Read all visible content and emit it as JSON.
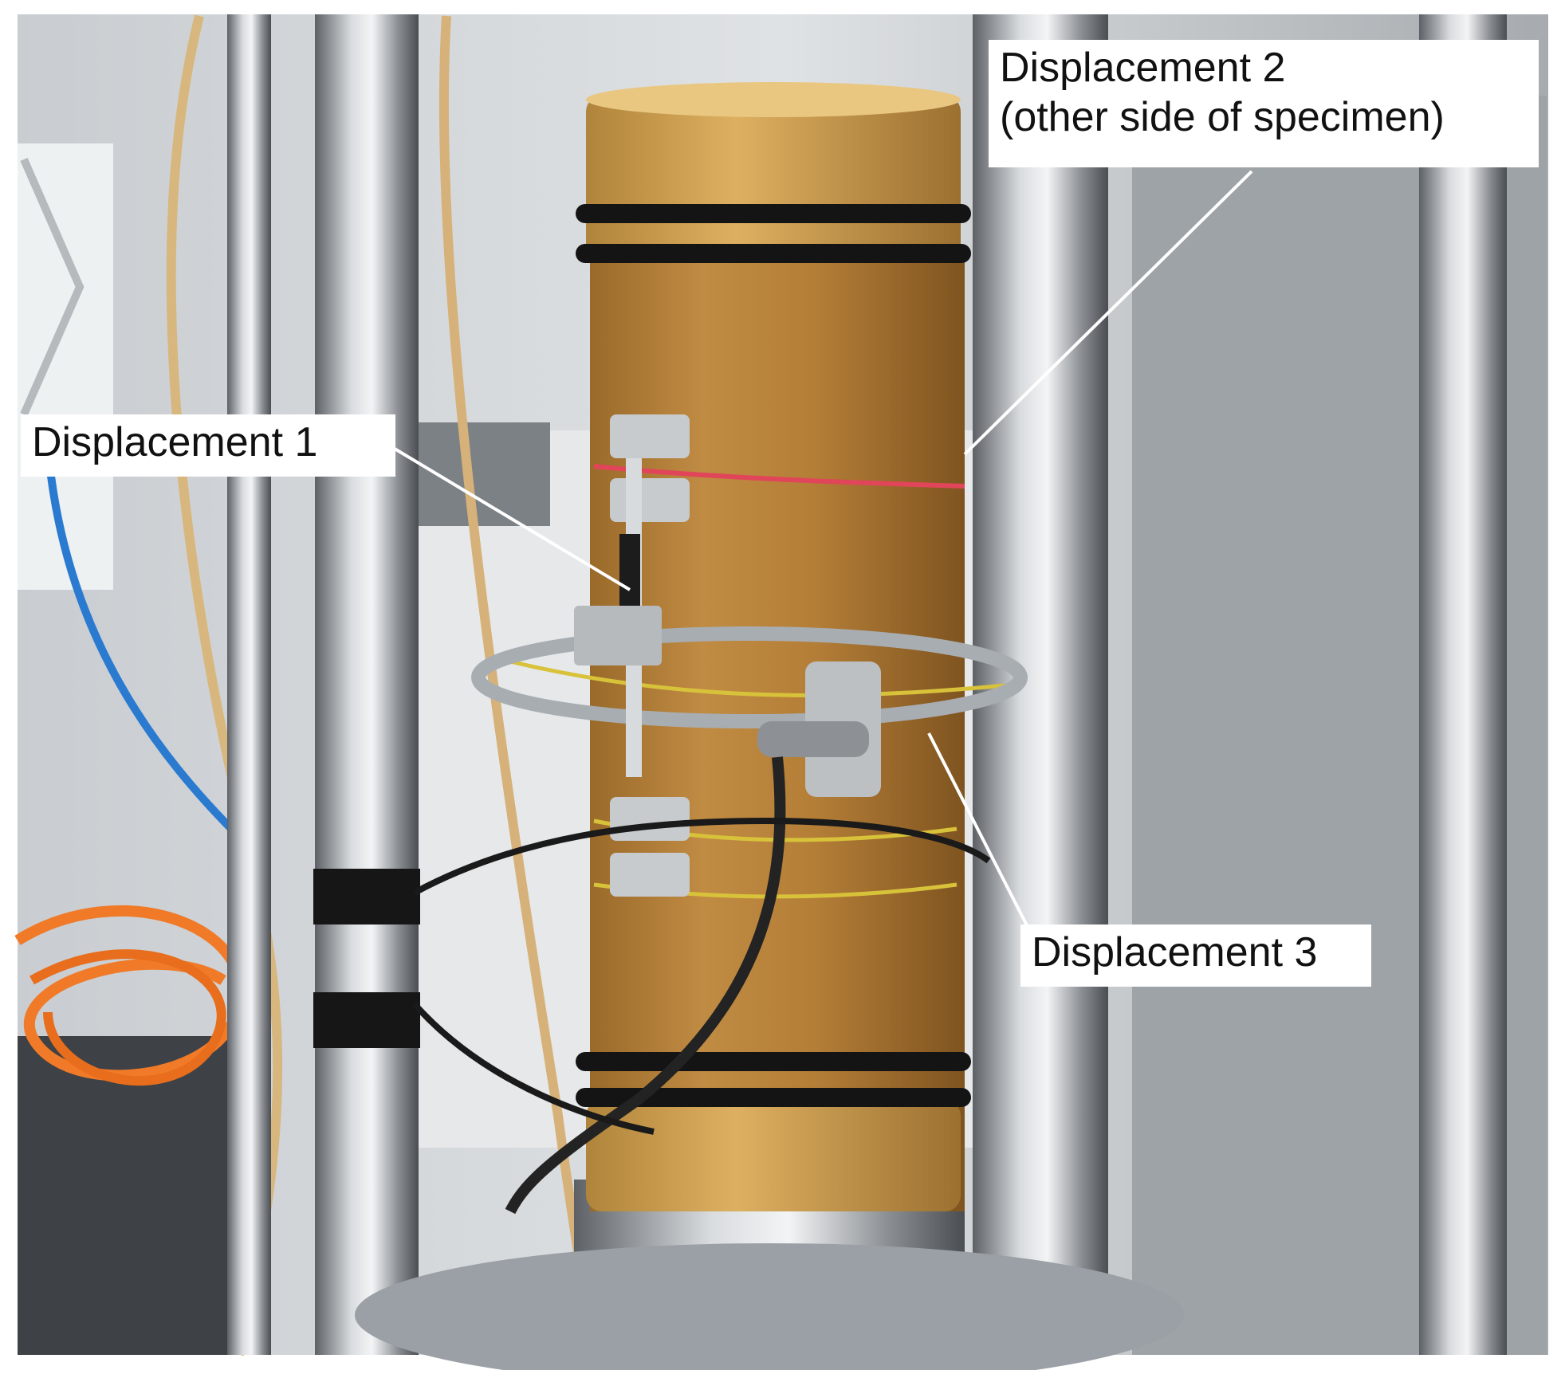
{
  "annotations": {
    "displacement_1": "Displacement 1",
    "displacement_2": "Displacement 2\n(other side of specimen)",
    "displacement_3": "Displacement 3"
  },
  "colors": {
    "specimen": "#b9873c",
    "rubber_ring": "#141414",
    "steel": "#b8bcc0",
    "red_wire": "#e0455a",
    "yellow_wire": "#d8c23a",
    "orange_cable": "#f07a28",
    "blue_cable": "#2a7ad0"
  }
}
